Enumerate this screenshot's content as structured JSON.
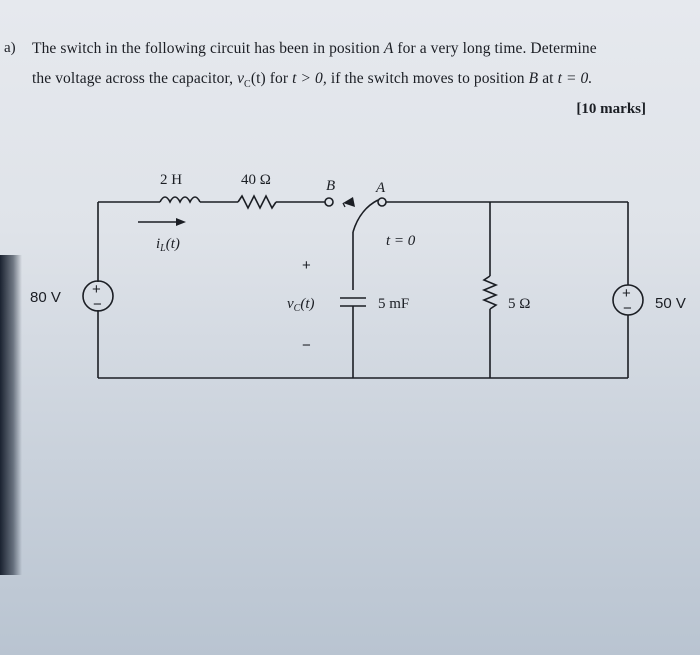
{
  "question": {
    "label": "a)",
    "line1_text": "The switch in the following circuit has been in position",
    "line1_var": "A",
    "line1_tail": "for a very long time. Determine",
    "line2_a": "the voltage across the capacitor,",
    "line2_var": "v",
    "line2_sub": "C",
    "line2_b": "(t) for",
    "line2_cond": "t > 0,",
    "line2_c": "if the switch moves to position",
    "line2_pos": "B",
    "line2_d": "at",
    "line2_t": "t = 0.",
    "marks": "[10 marks]"
  },
  "circuit": {
    "inductor_label": "2 H",
    "resistor1_label": "40 Ω",
    "switch_b_label": "B",
    "switch_a_label": "A",
    "switch_time": "t = 0",
    "current_label": "i",
    "current_sub": "L",
    "current_arg": "(t)",
    "source1_label": "80 V",
    "cap_plus": "+",
    "cap_minus": "−",
    "cap_voltage": "v",
    "cap_voltage_sub": "C",
    "cap_voltage_arg": "(t)",
    "cap_value": "5 mF",
    "resistor2_label": "5 Ω",
    "source2_label": "50 V"
  }
}
